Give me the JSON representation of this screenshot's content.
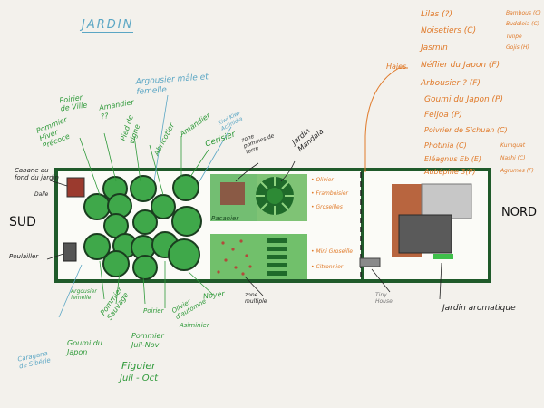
{
  "title": "JARDIN",
  "sides": {
    "south": "SUD",
    "north": "NORD"
  },
  "labels": {
    "cabane": "Cabane au fond du jardin",
    "cabane_sub": "Dalle",
    "poulailler": "Poulailler",
    "poirier": "Poirier de Ville",
    "pommier_hiver": "Pommier Hiver Précoce",
    "amandier_top": "Amandier ??",
    "argousier": "Argousier mâle et femelle",
    "pied_de_vigne": "Pied de vigne",
    "abricotier": "Abricotier",
    "amandier": "Amandier",
    "kiwi": "Kiwi Kiwi-Actinidia",
    "cerisier": "Cerisier",
    "pacanier": "Pacanier",
    "argousier_bottom": "Argousier femelle",
    "pommier_sauvage": "Pommier Sauvage",
    "goumi": "Goumi du Japon",
    "caragana": "Caragana de Sibérie",
    "poire": "Poirier",
    "pommier_juil": "Pommier Juil-Nov",
    "figuier": "Figuier",
    "figuier_sub": "Juil - Oct",
    "asimine": "Asiminier",
    "olivier_bottom": "Olivier d'automne",
    "noyer": "Noyer",
    "zone_pommes": "zone pommes de terre",
    "jardin_mandala": "Jardin Mandala",
    "zone_multiple": "zone multiple",
    "olivier": "• Olivier",
    "framboisier": "• Framboisier",
    "groseilles": "• Groseilles",
    "mini_groseilles": "• Mini Groseille",
    "citronnier": "• Citronnier",
    "haies": "Haies",
    "tiny_house": "Tiny House",
    "jardin_aromatique": "Jardin aromatique"
  },
  "hedge_list": [
    "Lilas (?)",
    "Noisetiers (C)",
    "Jasmin",
    "Néflier du Japon (F)",
    "Arbousier ? (F)",
    "Goumi du Japon (P)",
    "Feijoa (P)",
    "Poivrier de Sichuan (C)",
    "Photinia (C)",
    "Eléagnus Eb (E)",
    "Aubépine 3(P)"
  ],
  "hedge_side_list": [
    "Bambous (C)",
    "Buddleia (C)",
    "Tulipe",
    "Gojis (H)",
    "Kumquat",
    "Nashi (C)",
    "Agrumes (F)"
  ]
}
